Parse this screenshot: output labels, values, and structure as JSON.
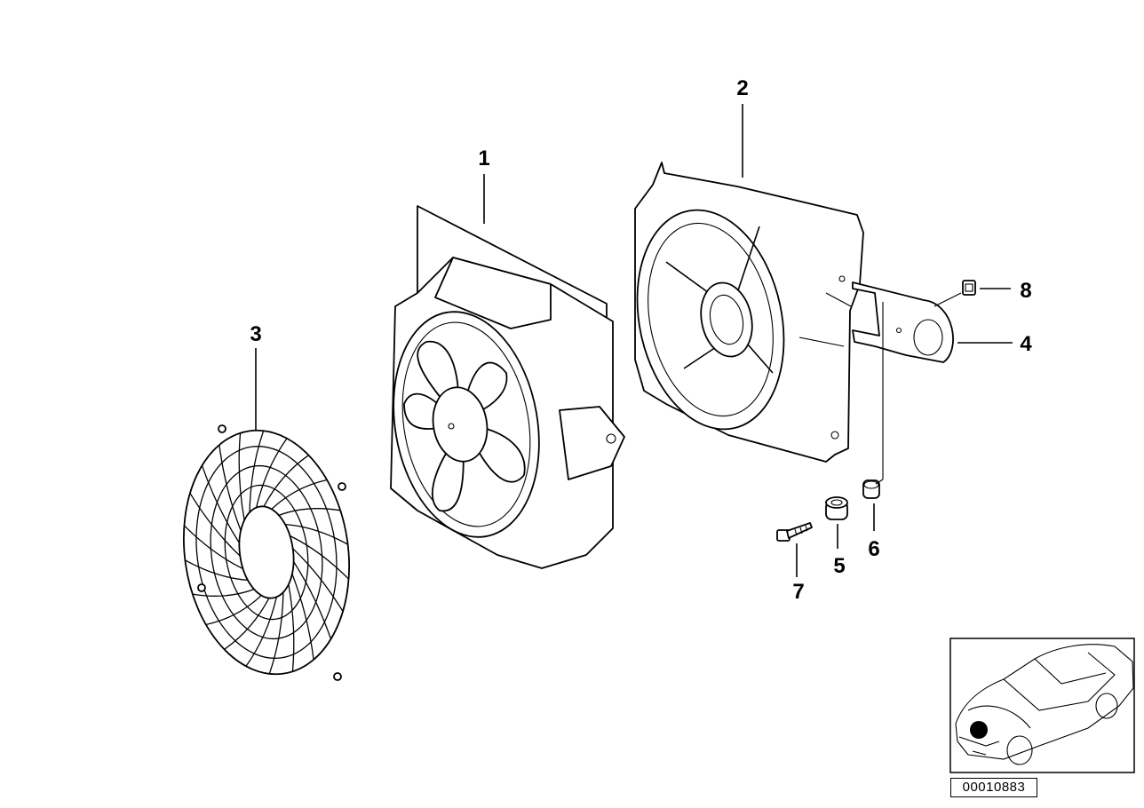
{
  "callouts": [
    {
      "id": "1",
      "label": "1"
    },
    {
      "id": "2",
      "label": "2"
    },
    {
      "id": "3",
      "label": "3"
    },
    {
      "id": "4",
      "label": "4"
    },
    {
      "id": "5",
      "label": "5"
    },
    {
      "id": "6",
      "label": "6"
    },
    {
      "id": "7",
      "label": "7"
    },
    {
      "id": "8",
      "label": "8"
    }
  ],
  "catalog_number": "00010883",
  "colors": {
    "line": "#000000",
    "background": "#ffffff",
    "locator_dot": "#000000"
  }
}
